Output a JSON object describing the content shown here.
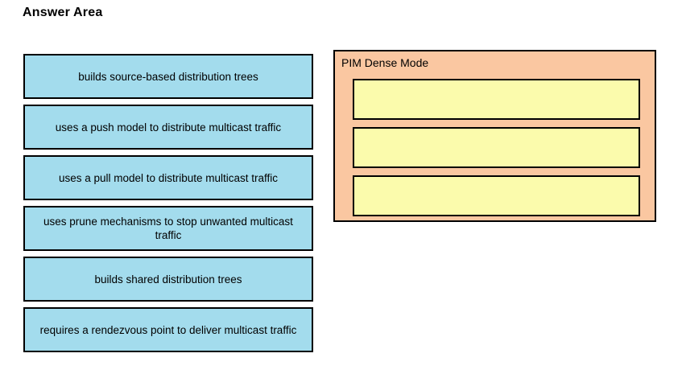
{
  "page": {
    "title": "Answer Area"
  },
  "options": {
    "items": [
      {
        "label": "builds source-based distribution trees",
        "lines": 1
      },
      {
        "label": "uses a push model to distribute multicast traffic",
        "lines": 1
      },
      {
        "label": "uses a pull model to distribute multicast traffic",
        "lines": 1
      },
      {
        "label": "uses prune mechanisms to stop unwanted multicast traffic",
        "lines": 2
      },
      {
        "label": "builds shared distribution trees",
        "lines": 1
      },
      {
        "label": "requires a rendezvous point to deliver multicast traffic",
        "lines": 1
      }
    ]
  },
  "dropzone": {
    "title": "PIM Dense Mode",
    "slots": [
      {
        "value": ""
      },
      {
        "value": ""
      },
      {
        "value": ""
      }
    ]
  },
  "colors": {
    "option_fill": "#a3dced",
    "panel_fill": "#fac7a1",
    "slot_fill": "#fbfbac",
    "border": "#000000",
    "text": "#000000",
    "background": "#ffffff"
  }
}
